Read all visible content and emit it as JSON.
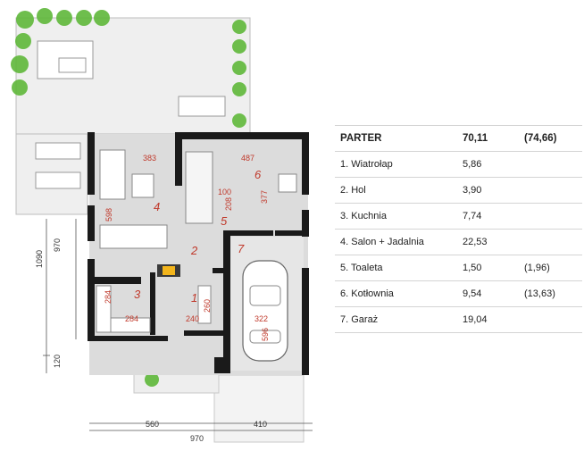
{
  "plan": {
    "room_numbers": [
      "1",
      "2",
      "3",
      "4",
      "5",
      "6",
      "7"
    ],
    "dimensions": {
      "d383": "383",
      "d487": "487",
      "d377": "377",
      "d100": "100",
      "d208": "208",
      "d598": "598",
      "d284a": "284",
      "d284b": "284",
      "d240": "240",
      "d260": "260",
      "d322": "322",
      "d596": "596",
      "d970a": "970",
      "d1090": "1090",
      "d120": "120",
      "d560": "560",
      "d410": "410",
      "d970b": "970"
    }
  },
  "table": {
    "header": {
      "name": "PARTER",
      "area": "70,11",
      "alt": "(74,66)"
    },
    "rows": [
      {
        "name": "1. Wiatrołap",
        "area": "5,86",
        "alt": ""
      },
      {
        "name": "2. Hol",
        "area": "3,90",
        "alt": ""
      },
      {
        "name": "3. Kuchnia",
        "area": "7,74",
        "alt": ""
      },
      {
        "name": "4. Salon + Jadalnia",
        "area": "22,53",
        "alt": ""
      },
      {
        "name": "5. Toaleta",
        "area": "1,50",
        "alt": "(1,96)"
      },
      {
        "name": "6. Kotłownia",
        "area": "9,54",
        "alt": "(13,63)"
      },
      {
        "name": "7. Garaż",
        "area": "19,04",
        "alt": ""
      }
    ]
  },
  "colors": {
    "wall": "#1a1a1a",
    "floor": "#dcdcdc",
    "terrace": "#efefef",
    "label": "#c0392b",
    "plant": "#5fb83a"
  }
}
